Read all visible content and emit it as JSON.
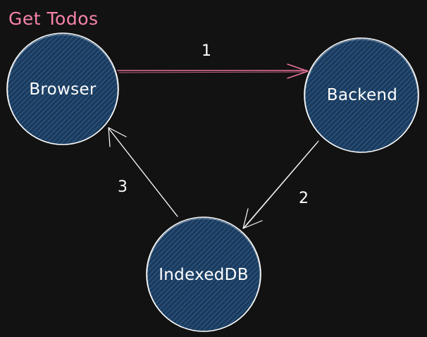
{
  "title": {
    "text": "Get Todos",
    "color": "#f783ac"
  },
  "colors": {
    "background": "#121212",
    "node_fill": "#1c3a5c",
    "node_hatch": "#2f6a9e",
    "node_stroke": "#ffffff",
    "edge": "#ffffff",
    "edge_highlight": "#e8739a"
  },
  "nodes": [
    {
      "id": "browser",
      "label": "Browser"
    },
    {
      "id": "backend",
      "label": "Backend"
    },
    {
      "id": "indexeddb",
      "label": "IndexedDB"
    }
  ],
  "edges": [
    {
      "id": "edge-1",
      "from": "browser",
      "to": "backend",
      "label": "1",
      "highlight": true
    },
    {
      "id": "edge-2",
      "from": "backend",
      "to": "indexeddb",
      "label": "2",
      "highlight": false
    },
    {
      "id": "edge-3",
      "from": "indexeddb",
      "to": "browser",
      "label": "3",
      "highlight": false
    }
  ]
}
